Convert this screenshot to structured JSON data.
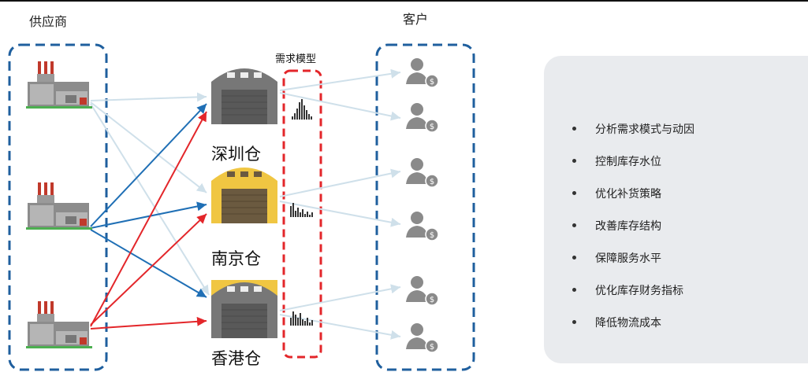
{
  "labels": {
    "supplier": "供应商",
    "customer": "客户",
    "demand_model": "需求模型"
  },
  "warehouses": [
    {
      "name": "深圳仓",
      "color": "#7a7a7a"
    },
    {
      "name": "南京仓",
      "color": "#f0c642"
    },
    {
      "name": "香港仓",
      "color": "#7a7a7a"
    }
  ],
  "benefits": [
    "分析需求模式与动因",
    "控制库存水位",
    "优化补货策略",
    "改善库存结构",
    "保障服务水平",
    "优化库存财务指标",
    "降低物流成本"
  ],
  "colors": {
    "blue_flow": "#1f6fb5",
    "red_flow": "#e3262a",
    "faint_flow": "#cfe0ea",
    "blue_dash": "#1f5f9e",
    "red_dash": "#e3262a",
    "person": "#8a8a8a",
    "factory_red": "#c0392b",
    "grass": "#4caf50",
    "panel_bg": "#e9ebee"
  },
  "icons": [
    "factory-icon",
    "warehouse-icon",
    "customer-icon",
    "dollar-coin-icon",
    "histogram-icon"
  ]
}
